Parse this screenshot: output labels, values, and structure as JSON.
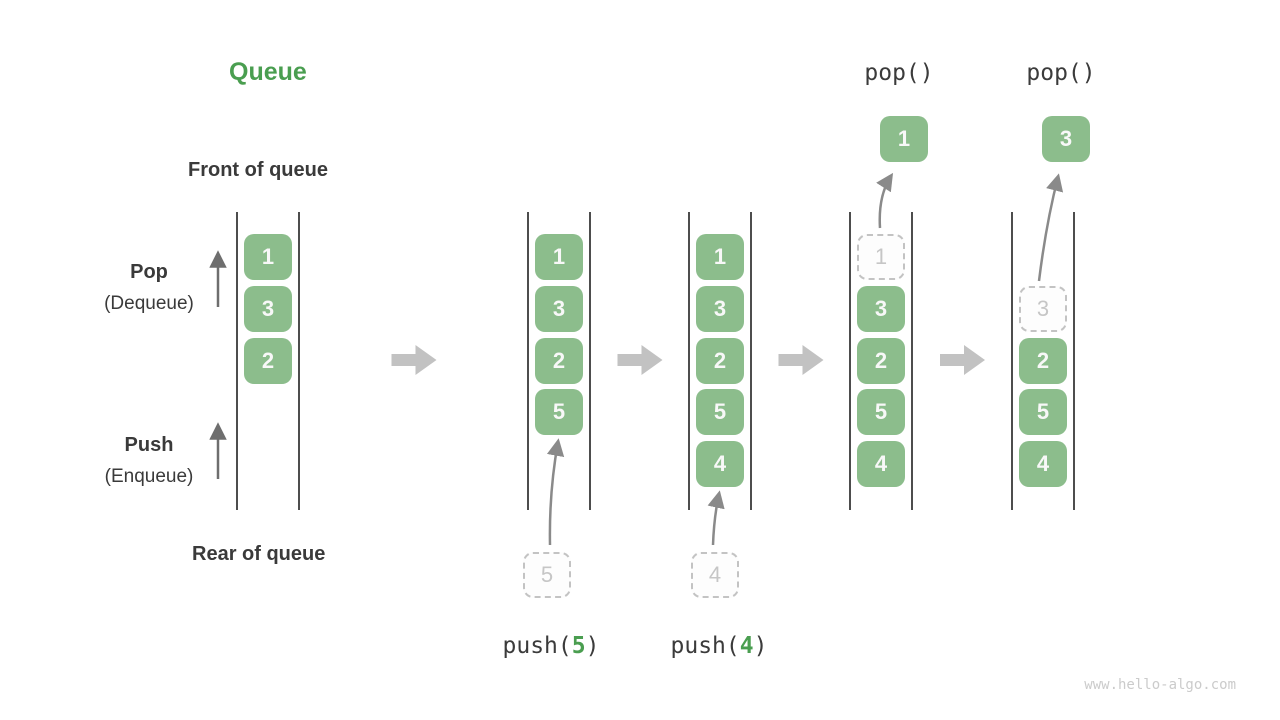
{
  "title": "Queue",
  "labels": {
    "front": "Front of queue",
    "rear": "Rear of queue",
    "pop": "Pop",
    "pop_sub": "(Dequeue)",
    "push": "Push",
    "push_sub": "(Enqueue)"
  },
  "watermark": "www.hello-algo.com",
  "colors": {
    "box_green": "#8cbd8c",
    "box_text": "#f8f8f8",
    "ghost_border": "#c3c3c3",
    "ghost_text": "#c6c6c6",
    "column_line": "#4d4d4d",
    "flow_arrow": "#c2c2c2",
    "curve_arrow": "#8a8a8a",
    "direction_arrow": "#6e6e6e",
    "label_dark": "#3a3a3a",
    "accent_green": "#4a9e50"
  },
  "queues": [
    {
      "name": "state-initial",
      "items": [
        {
          "value": "1",
          "slot": 0
        },
        {
          "value": "3",
          "slot": 1
        },
        {
          "value": "2",
          "slot": 2
        }
      ]
    },
    {
      "name": "state-after-push-5",
      "items": [
        {
          "value": "1",
          "slot": 0
        },
        {
          "value": "3",
          "slot": 1
        },
        {
          "value": "2",
          "slot": 2
        },
        {
          "value": "5",
          "slot": 3
        }
      ],
      "ghost_below": "5",
      "op": {
        "prefix": "push(",
        "arg": "5",
        "suffix": ")"
      }
    },
    {
      "name": "state-after-push-4",
      "items": [
        {
          "value": "1",
          "slot": 0
        },
        {
          "value": "3",
          "slot": 1
        },
        {
          "value": "2",
          "slot": 2
        },
        {
          "value": "5",
          "slot": 3
        },
        {
          "value": "4",
          "slot": 4
        }
      ],
      "ghost_below": "4",
      "op": {
        "prefix": "push(",
        "arg": "4",
        "suffix": ")"
      }
    },
    {
      "name": "state-after-pop-1",
      "ghosts": [
        {
          "value": "1",
          "slot": 0
        }
      ],
      "items": [
        {
          "value": "3",
          "slot": 1
        },
        {
          "value": "2",
          "slot": 2
        },
        {
          "value": "5",
          "slot": 3
        },
        {
          "value": "4",
          "slot": 4
        }
      ],
      "popped": "1",
      "op_top": "pop()"
    },
    {
      "name": "state-after-pop-3",
      "ghosts": [
        {
          "value": "3",
          "slot": 1
        }
      ],
      "items": [
        {
          "value": "2",
          "slot": 2
        },
        {
          "value": "5",
          "slot": 3
        },
        {
          "value": "4",
          "slot": 4
        }
      ],
      "popped": "3",
      "op_top": "pop()"
    }
  ]
}
